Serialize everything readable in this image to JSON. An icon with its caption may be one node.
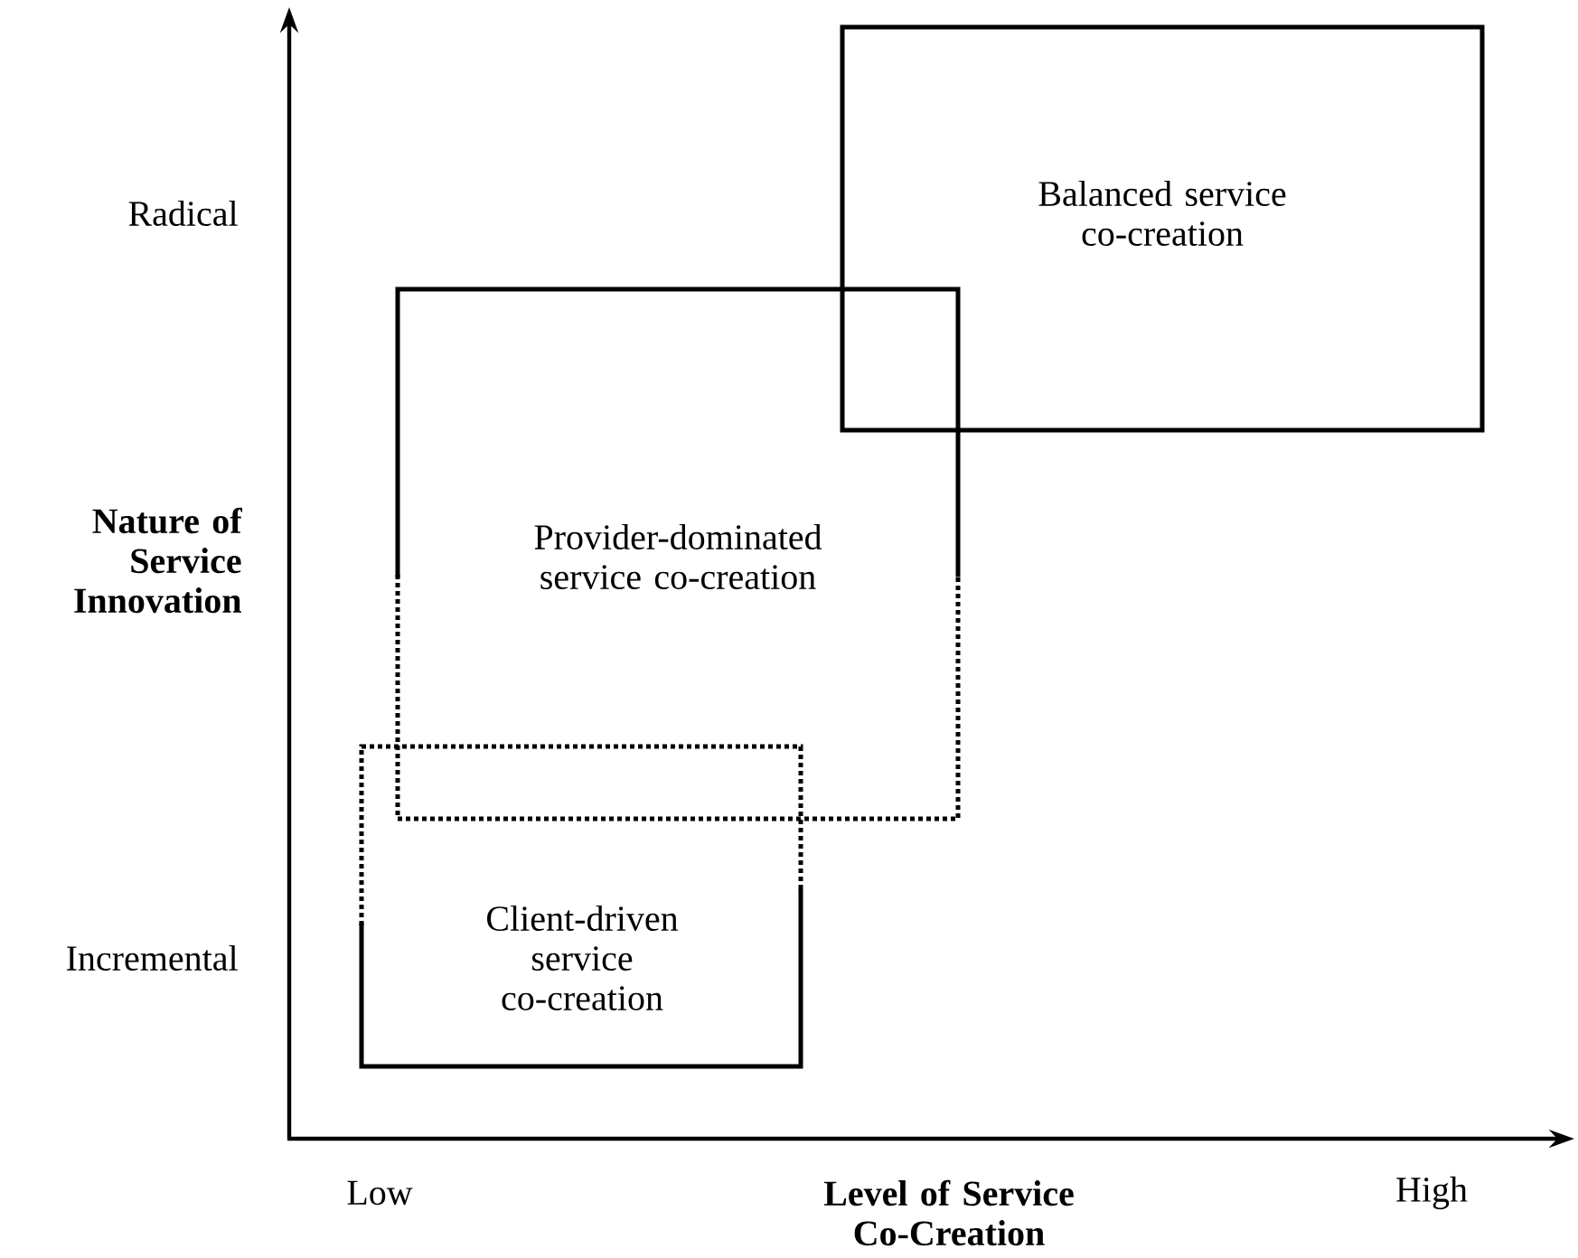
{
  "diagram": {
    "nodes": [
      {
        "text": [
          "Balanced service co-creation"
        ]
      },
      {
        "text": [
          "Provider-dominated service co-creation"
        ]
      },
      {
        "text": [
          "Client-driven service co-creation"
        ]
      }
    ],
    "labels": [
      "Radical",
      "Incremental",
      "Nature of Service Innovation",
      "Low",
      "Level of Service Co-Creation",
      "High"
    ]
  }
}
